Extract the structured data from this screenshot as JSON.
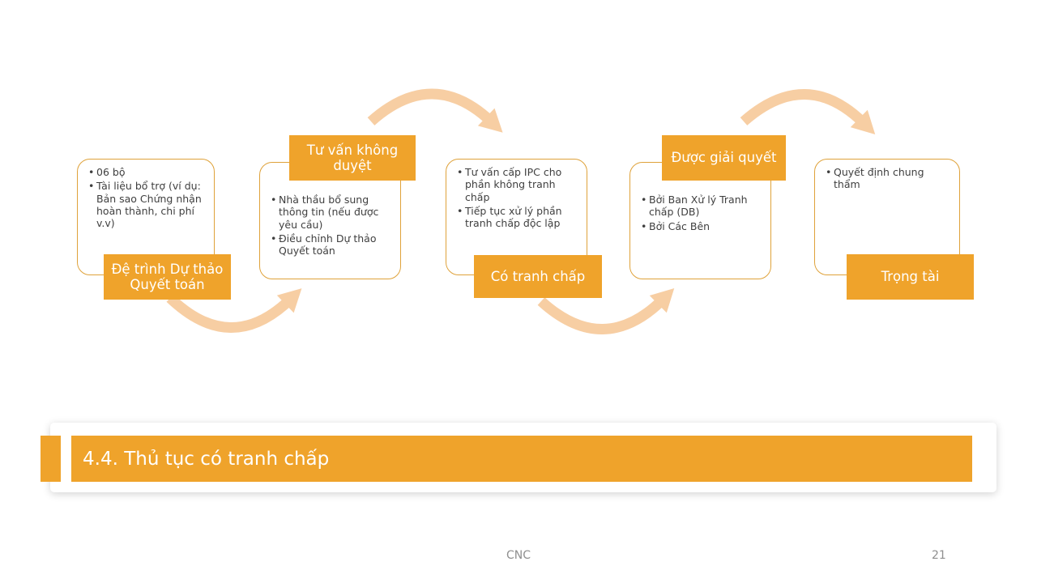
{
  "slide": {
    "title": "4.4. Thủ tục có tranh chấp",
    "footer": {
      "center": "CNC",
      "page": "21"
    }
  },
  "colors": {
    "accent_orange": "#EFA32B",
    "panel_border": "#DFA23A",
    "arrow_peach": "#F7CEA3",
    "body_text": "#3F3F3F",
    "footer_text": "#8F8F8F"
  },
  "diagram": {
    "steps": [
      {
        "label": "Đệ trình Dự thảo Quyết toán",
        "label_position": "bottom",
        "bullets": [
          "06 bộ",
          "Tài liệu bổ trợ (ví dụ: Bản sao Chứng nhận hoàn thành, chi phí v.v)"
        ]
      },
      {
        "label": "Tư vấn không duyệt",
        "label_position": "top",
        "bullets": [
          "Nhà thầu bổ sung thông tin (nếu được yêu cầu)",
          "Điều chỉnh Dự thảo Quyết toán"
        ]
      },
      {
        "label": "Có tranh chấp",
        "label_position": "bottom",
        "bullets": [
          "Tư vấn cấp IPC cho phần không tranh chấp",
          "Tiếp tục xử lý phần tranh chấp độc lập"
        ]
      },
      {
        "label": "Được giải quyết",
        "label_position": "top",
        "bullets": [
          "Bởi Ban Xử lý Tranh chấp (DB)",
          "Bởi Các Bên"
        ]
      },
      {
        "label": "Trọng tài",
        "label_position": "bottom",
        "bullets": [
          "Quyết định chung thẩm"
        ]
      }
    ]
  }
}
